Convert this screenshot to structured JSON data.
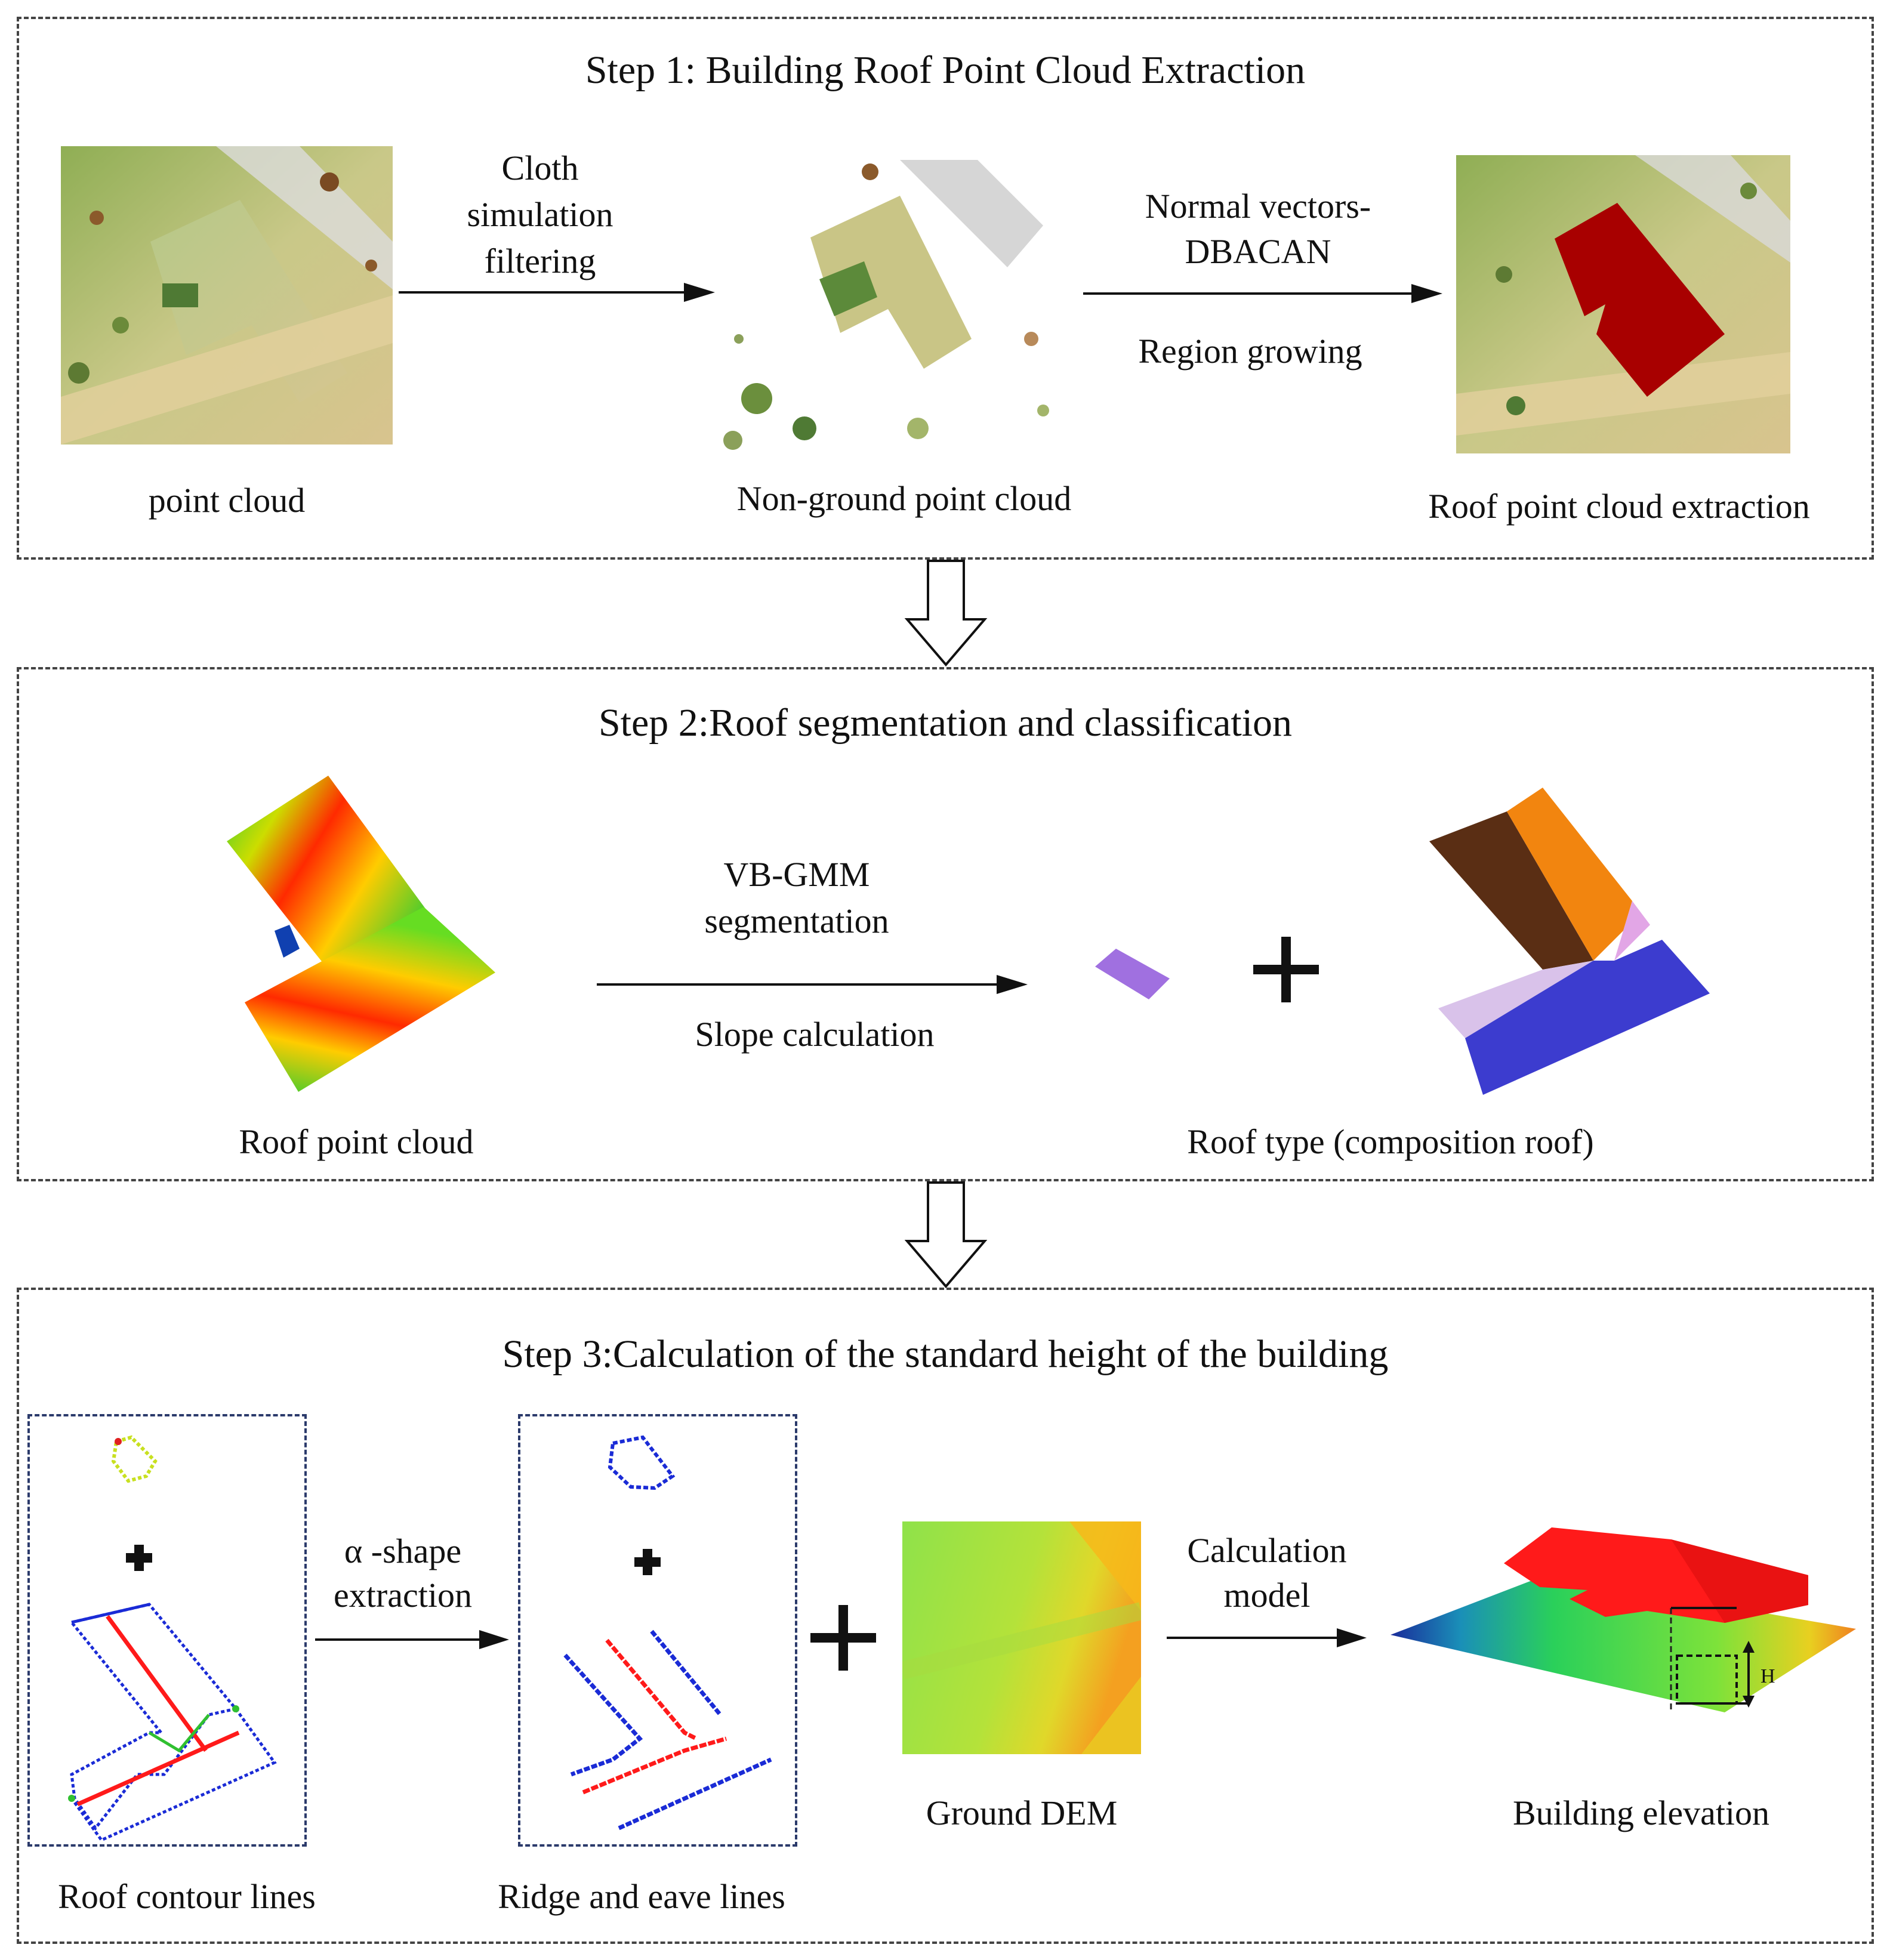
{
  "step1": {
    "title": "Step 1: Building Roof Point Cloud Extraction",
    "arrow1_label": [
      "Cloth",
      "simulation",
      "filtering"
    ],
    "arrow2_label_top": [
      "Normal vectors-",
      "DBACAN"
    ],
    "arrow2_label_bottom": "Region growing",
    "caption_point_cloud": "point cloud",
    "caption_non_ground": "Non-ground point cloud",
    "caption_roof_extraction": "Roof point cloud extraction"
  },
  "step2": {
    "title": "Step 2:Roof segmentation and classification",
    "arrow_label_top": [
      "VB-GMM",
      "segmentation"
    ],
    "arrow_label_bottom": "Slope calculation",
    "caption_roof_point_cloud": "Roof point cloud",
    "caption_roof_type": "Roof type (composition roof)"
  },
  "step3": {
    "title": "Step 3:Calculation of the standard height of the building",
    "arrow1_label": [
      "α -shape",
      "extraction"
    ],
    "arrow2_label": [
      "Calculation",
      "model"
    ],
    "caption_contour": "Roof contour lines",
    "caption_ridge": "Ridge and eave lines",
    "caption_dem": "Ground DEM",
    "caption_elevation": "Building elevation",
    "height_symbol": "H"
  },
  "colors": {
    "roof_red": "#a80000",
    "ridge_red": "#ff1a1a",
    "eave_blue": "#1a2bd6",
    "seg_brown": "#5a2e14",
    "seg_orange": "#f2850f",
    "seg_violet": "#d9c2ea",
    "seg_blue": "#3c3ccf",
    "small_purple": "#a070e0"
  }
}
